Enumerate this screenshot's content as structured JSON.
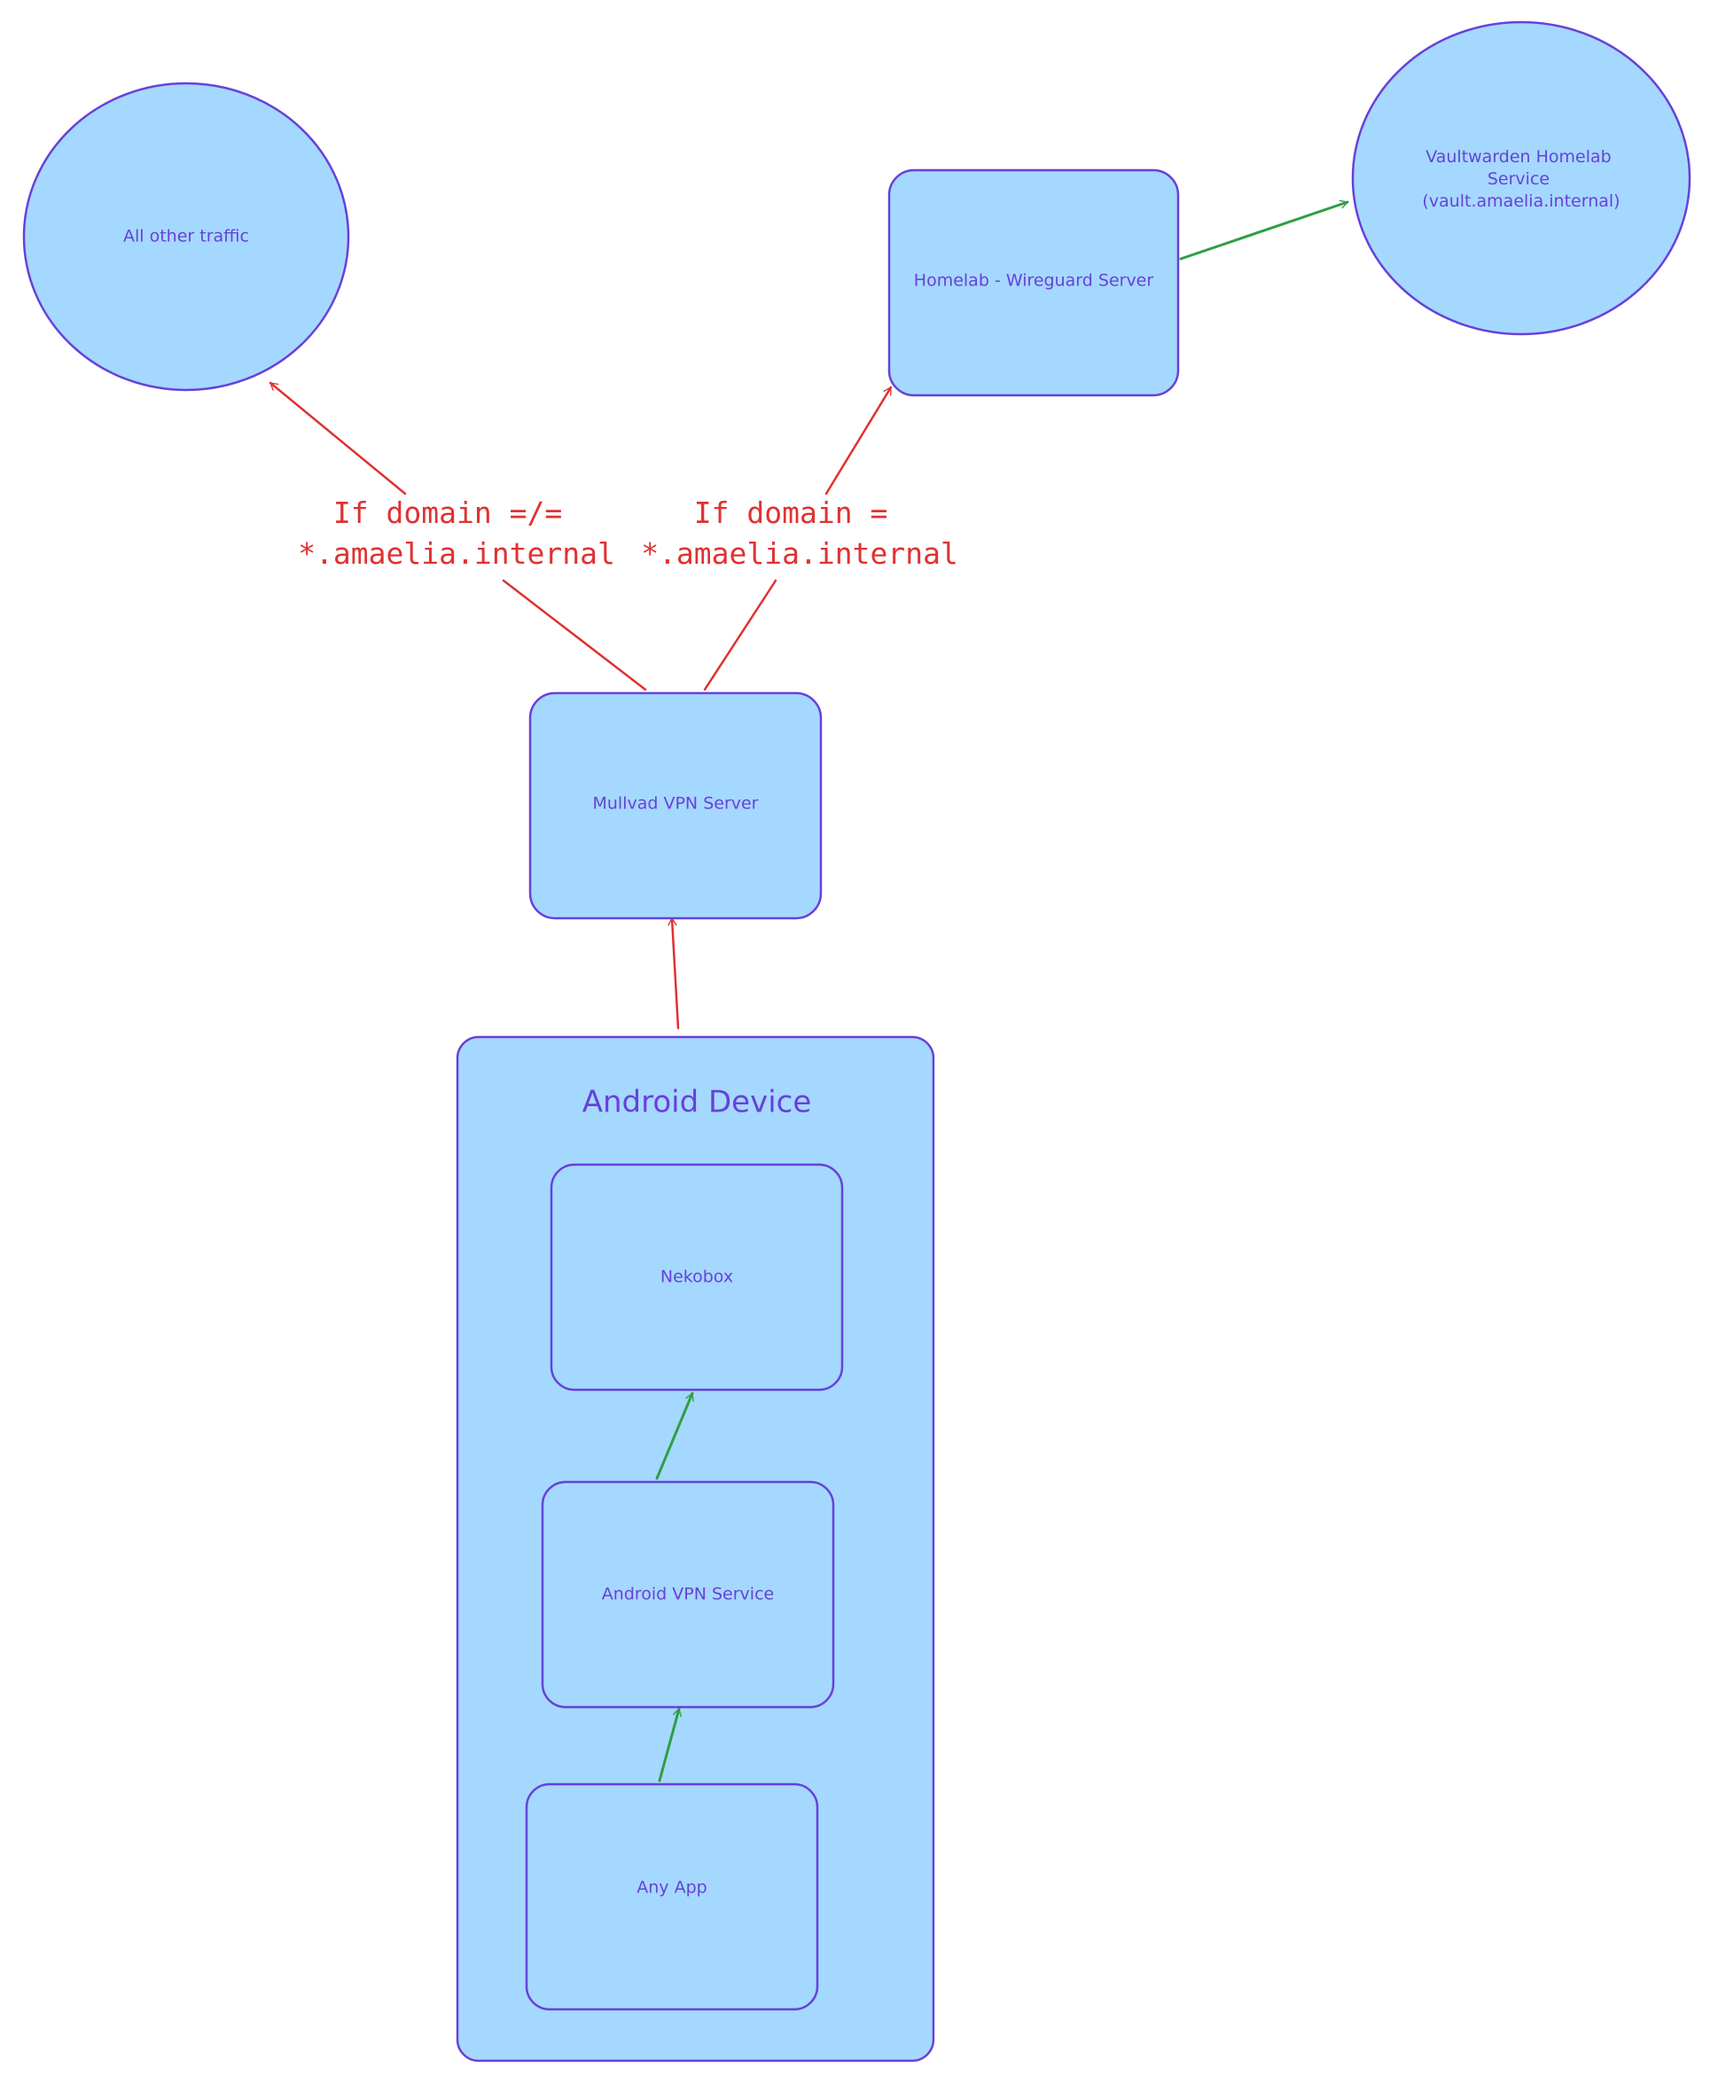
{
  "diagram": {
    "nodes": {
      "all_other_traffic": {
        "label": "All other traffic",
        "shape": "ellipse"
      },
      "homelab_wireguard": {
        "label": "Homelab - Wireguard Server",
        "shape": "rounded-rect"
      },
      "vaultwarden": {
        "label_lines": [
          "Vaultwarden Homelab",
          "Service",
          "(vault.amaelia.internal)"
        ],
        "shape": "ellipse"
      },
      "mullvad_vpn": {
        "label": "Mullvad VPN Server",
        "shape": "rounded-rect"
      },
      "android_device": {
        "label": "Android Device",
        "shape": "rounded-rect-container"
      },
      "nekobox": {
        "label": "Nekobox",
        "shape": "rounded-rect"
      },
      "android_vpn_service": {
        "label": "Android VPN Service",
        "shape": "rounded-rect"
      },
      "any_app": {
        "label": "Any App",
        "shape": "rounded-rect"
      }
    },
    "edges": {
      "mullvad_to_other": {
        "label_lines": [
          "If domain =/=",
          "*.amaelia.internal"
        ],
        "color": "#e03131"
      },
      "mullvad_to_homelab": {
        "label_lines": [
          "If domain =",
          "*.amaelia.internal"
        ],
        "color": "#e03131"
      },
      "homelab_to_vaultwarden": {
        "color": "#2f9e44"
      },
      "android_to_mullvad": {
        "color": "#e03131"
      },
      "vpnservice_to_nekobox": {
        "color": "#2f9e44"
      },
      "anyapp_to_vpnservice": {
        "color": "#2f9e44"
      }
    },
    "colors": {
      "node_fill": "#a5d8ff",
      "node_stroke": "#6741d9",
      "text": "#6741d9",
      "edge_red": "#e03131",
      "edge_green": "#2f9e44"
    }
  }
}
